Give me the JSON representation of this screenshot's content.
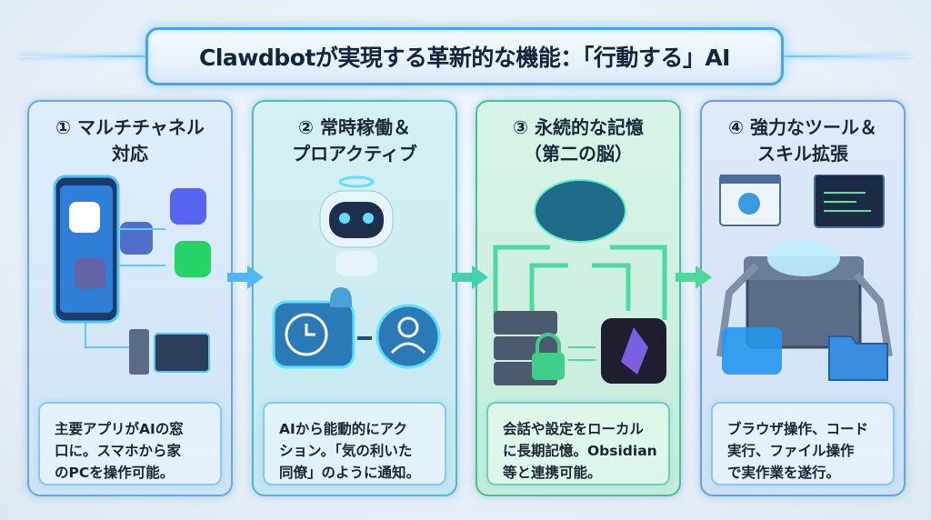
{
  "title": "Clawdbotが実現する革新的な機能：「行動する」AI",
  "panels": [
    {
      "title_line1": "① マルチチャネル",
      "title_line2": "対応",
      "desc": [
        "主要アプリがAIの窓",
        "口に。スマホから家",
        "のPCを操作可能。"
      ],
      "accent": "#4a90d9"
    },
    {
      "title_line1": "② 常時稼働＆",
      "title_line2": "プロアクティブ",
      "desc": [
        "AIから能動的にアク",
        "ション。「気の利いた",
        "同僚」のように通知。"
      ],
      "accent": "#3bb6cc"
    },
    {
      "title_line1": "③ 永続的な記憶",
      "title_line2": "（第二の脳）",
      "desc": [
        "会話や設定をローカル",
        "に長期記憶。Obsidian",
        "等と連携可能。"
      ],
      "accent": "#3cc08a"
    },
    {
      "title_line1": "④ 強力なツール＆",
      "title_line2": "スキル拡張",
      "desc": [
        "ブラウザ操作、コード",
        "実行、ファイル操作",
        "で実作業を遂行。"
      ],
      "accent": "#4a8ed9"
    }
  ]
}
